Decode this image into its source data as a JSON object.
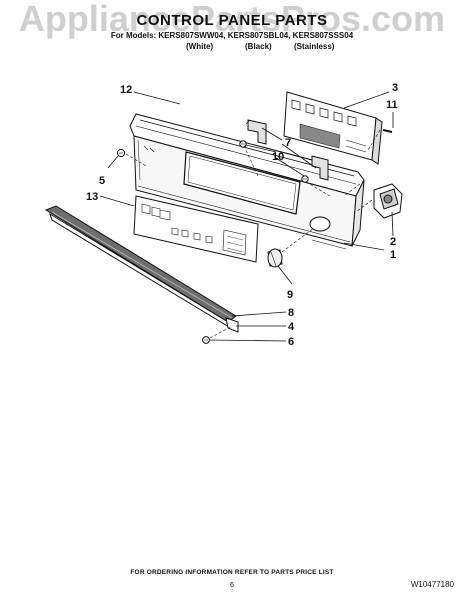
{
  "watermark": "AppliancePartsPros.com",
  "title": "CONTROL PANEL PARTS",
  "models": "For Models: KERS807SWW04, KERS807SBL04, KERS807SSS04",
  "finishes": [
    "(White)",
    "(Black)",
    "(Stainless)"
  ],
  "callouts": [
    "12",
    "3",
    "11",
    "7",
    "10",
    "5",
    "13",
    "2",
    "1",
    "9",
    "8",
    "4",
    "6"
  ],
  "footer_note": "FOR ORDERING INFORMATION REFER TO PARTS PRICE LIST",
  "page_number": "6",
  "document_number": "W10477180"
}
